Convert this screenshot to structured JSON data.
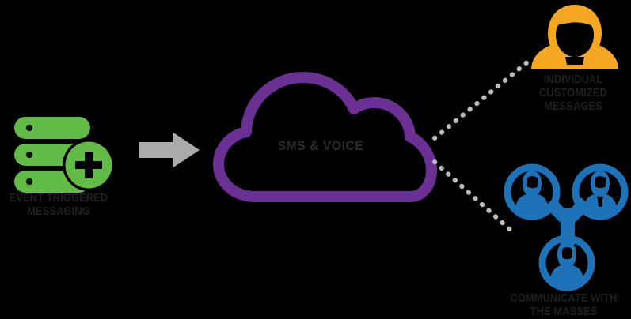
{
  "diagram": {
    "title": "SMS & Voice messaging distribution flow",
    "background_color": "#000000",
    "nodes": {
      "source": {
        "icon": "server-stack-plus-icon",
        "label": "EVENT TRIGGERED\nMESSAGING",
        "color": "#62bb46"
      },
      "arrow": {
        "icon": "right-arrow-icon",
        "color": "#aaaaaa"
      },
      "hub": {
        "icon": "cloud-icon",
        "label": "SMS & VOICE",
        "color": "#6b3093",
        "text_color": "#2d2a2b"
      },
      "target_individual": {
        "icon": "person-icon",
        "label": "INDIVIDUAL\nCUSTOMIZED\nMESSAGES",
        "color": "#f5a623"
      },
      "target_masses": {
        "icon": "people-network-icon",
        "label": "COMMUNICATE WITH\nTHE MASSES",
        "color": "#1e72b8"
      }
    },
    "connectors": {
      "dotted_color": "#b9bbbd",
      "upper": "cloud-to-individual",
      "lower": "cloud-to-masses"
    },
    "label_color": "#231f20"
  }
}
